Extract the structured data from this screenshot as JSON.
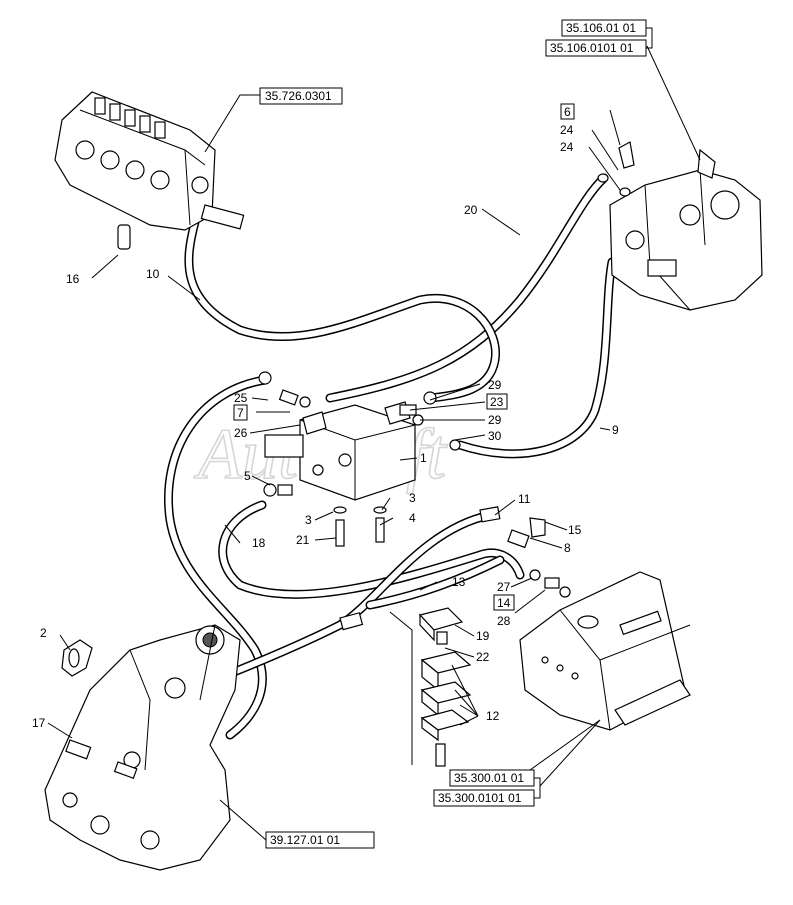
{
  "watermark": "AutoSoft",
  "references": {
    "control_valve": "35.726.0301",
    "pump_a": "35.106.01 01",
    "pump_b": "35.106.0101 01",
    "tank_a": "35.300.01 01",
    "tank_b": "35.300.0101 01",
    "chassis": "39.127.01 01"
  },
  "callouts": {
    "n1": "1",
    "n2": "2",
    "n3a": "3",
    "n3b": "3",
    "n4": "4",
    "n5": "5",
    "n6": "6",
    "n7": "7",
    "n8": "8",
    "n9": "9",
    "n10": "10",
    "n11": "11",
    "n12": "12",
    "n13": "13",
    "n14": "14",
    "n15": "15",
    "n16": "16",
    "n17": "17",
    "n18": "18",
    "n19": "19",
    "n20": "20",
    "n21": "21",
    "n22": "22",
    "n23": "23",
    "n24a": "24",
    "n24b": "24",
    "n25": "25",
    "n26": "26",
    "n27": "27",
    "n28": "28",
    "n29a": "29",
    "n29b": "29",
    "n30": "30"
  }
}
